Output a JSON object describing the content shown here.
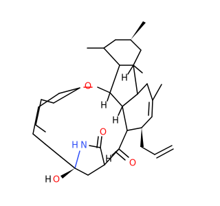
{
  "molecule": {
    "colors": {
      "bond": "#000000",
      "oxygen": "#ff0d0d",
      "nitrogen": "#3050f8",
      "hydrogen_label": "#000000"
    },
    "atoms": {
      "ring_oxygen": "O",
      "amide_nitrogen": "N",
      "amide_hydrogen": "H",
      "lactam_oxygen": "O",
      "ketone_oxygen": "O",
      "hydroxyl_oxygen": "O",
      "hydroxyl_hydrogen": "H",
      "stereo_h_1": "H",
      "stereo_h_2": "H",
      "stereo_h_3": "H",
      "stereo_h_4": "H"
    }
  }
}
